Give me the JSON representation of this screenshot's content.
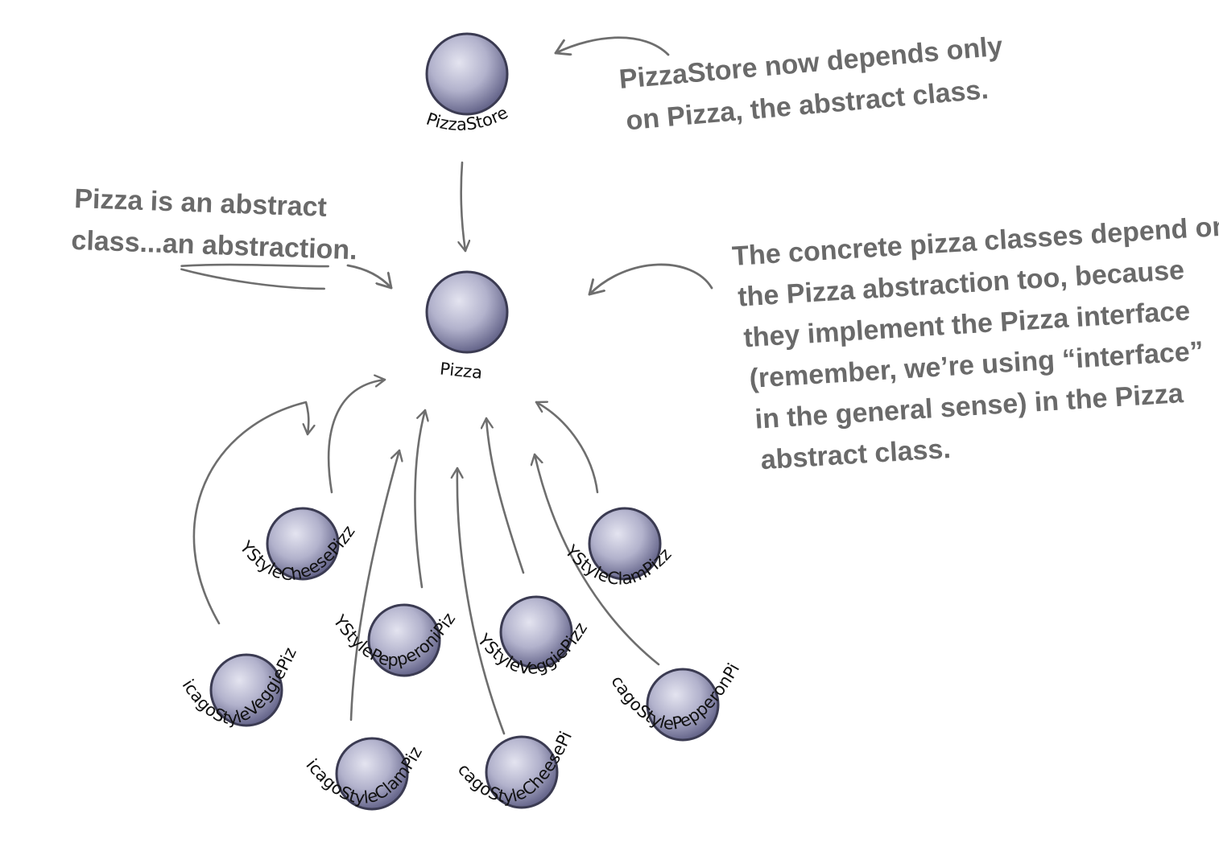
{
  "nodes": {
    "pizzastore": "PizzaStore",
    "pizza": "Pizza",
    "ny_cheese": "NYStyleCheesePizza",
    "ny_pepperoni": "NYStylePepperoniPizza",
    "ny_veggie": "NYStyleVeggiePizza",
    "ny_clam": "NYStyleClamPizza",
    "chicago_veggie": "ChicagoStyleVeggiePizza",
    "chicago_clam": "ChicagoStyleClamPizza",
    "chicago_cheese": "ChicagoStyleCheesePizza",
    "chicago_pepperoni": "ChicagoStylePepperonPizza"
  },
  "notes": {
    "store_note": [
      "PizzaStore now depends only",
      "on Pizza, the abstract class."
    ],
    "pizza_note_line1": "Pizza is an abstract",
    "pizza_note_line2_prefix": "class...an ",
    "pizza_note_line2_underlined": "abstraction.",
    "concrete_note": [
      "The concrete pizza classes depend on",
      "the Pizza abstraction too, because",
      "they implement the Pizza interface",
      "(remember, we’re using “interface”",
      "in the general sense) in the Pizza",
      "abstract class."
    ]
  },
  "colors": {
    "sphere_light": "#e4e4f0",
    "sphere_mid": "#b2b2cc",
    "sphere_dark": "#67678c",
    "rim": "#3b3b52",
    "ink": "#6a6a6a"
  }
}
